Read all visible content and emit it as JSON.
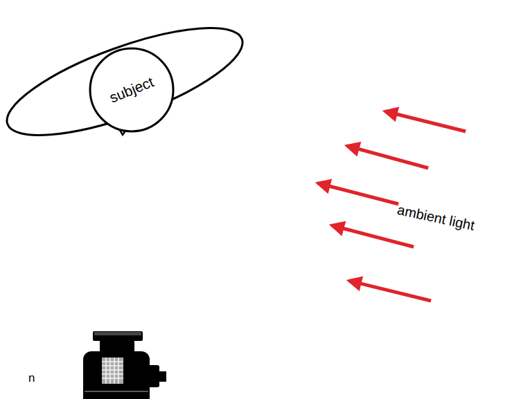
{
  "diagram": {
    "nodes": [
      {
        "text": [
          "subject"
        ]
      }
    ],
    "labels": [
      "ambient light",
      "n"
    ]
  }
}
